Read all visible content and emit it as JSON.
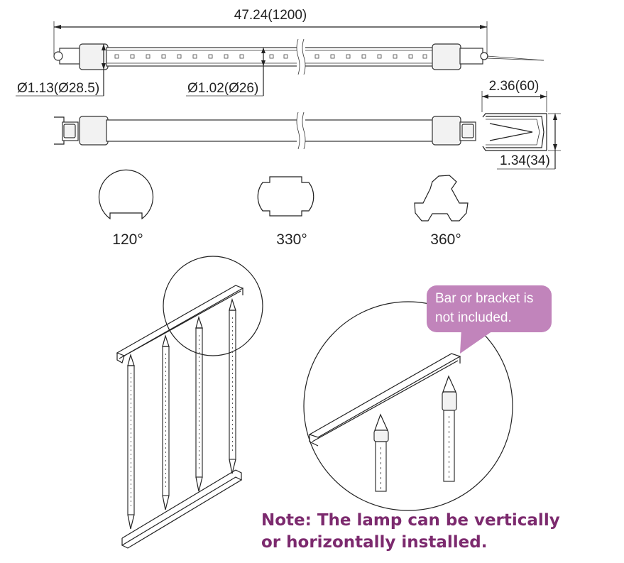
{
  "dimensions": {
    "length": "47.24(1200)",
    "outer_diameter": "Ø1.13(Ø28.5)",
    "inner_diameter": "Ø1.02(Ø26)",
    "bracket_width": "2.36(60)",
    "bracket_height": "1.34(34)"
  },
  "angles": [
    {
      "label": "120°",
      "icon": "profile-120-icon"
    },
    {
      "label": "330°",
      "icon": "profile-330-icon"
    },
    {
      "label": "360°",
      "icon": "profile-360-icon"
    }
  ],
  "callout": {
    "line1": "Bar or bracket is",
    "line2": "not included."
  },
  "note": {
    "line1": "Note: The lamp can be vertically",
    "line2": "or horizontally installed."
  },
  "colors": {
    "callout_bg": "#c184bb",
    "note_text": "#7c2a6e",
    "line": "#222222"
  }
}
